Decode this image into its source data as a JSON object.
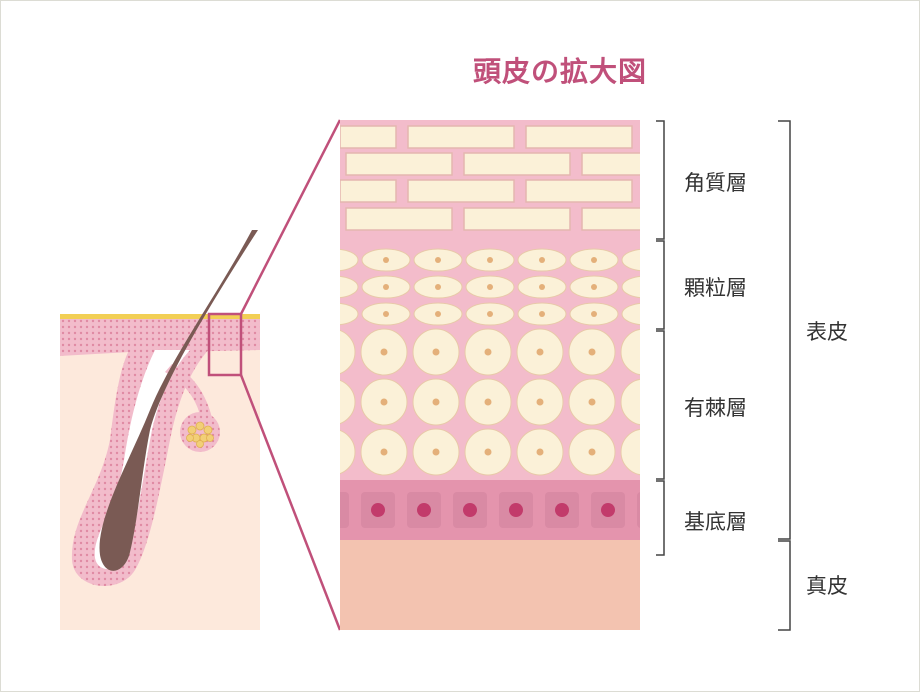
{
  "diagram": {
    "title": "頭皮の拡大図",
    "layers": {
      "stratum_corneum": "角質層",
      "stratum_granulosum": "顆粒層",
      "stratum_spinosum": "有棘層",
      "stratum_basale": "基底層"
    },
    "groups": {
      "epidermis": "表皮",
      "dermis": "真皮"
    },
    "colors": {
      "accent": "#c0507a",
      "skin": "#fde9dc",
      "pink": "#f0b8c6",
      "cell": "#fbf1d8",
      "hair": "#7a5a54",
      "dermis": "#f3c3b0",
      "basal_band": "#e494ad",
      "basal_cell": "#d16d90",
      "nucleus_basal": "#c23b6b",
      "sebum": "#f2cf77"
    }
  }
}
